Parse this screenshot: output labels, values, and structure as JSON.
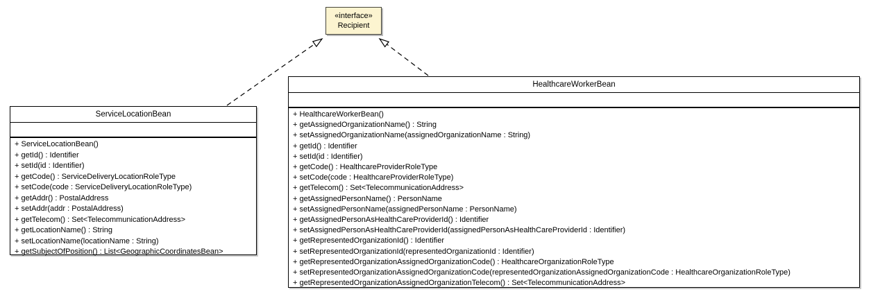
{
  "diagram": {
    "background_color": "#ffffff",
    "interface_node": {
      "stereotype": "«interface»",
      "name": "Recipient",
      "fill_color": "#fcf4d0",
      "border_color": "#45453a"
    },
    "classes": [
      {
        "name": "ServiceLocationBean",
        "attributes": [],
        "methods": [
          "+ ServiceLocationBean()",
          "+ getId() : Identifier",
          "+ setId(id : Identifier)",
          "+ getCode() : ServiceDeliveryLocationRoleType",
          "+ setCode(code : ServiceDeliveryLocationRoleType)",
          "+ getAddr() : PostalAddress",
          "+ setAddr(addr : PostalAddress)",
          "+ getTelecom() : Set<TelecommunicationAddress>",
          "+ getLocationName() : String",
          "+ setLocationName(locationName : String)",
          "+ getSubjectOfPosition() : List<GeographicCoordinatesBean>"
        ]
      },
      {
        "name": "HealthcareWorkerBean",
        "attributes": [],
        "methods": [
          "+ HealthcareWorkerBean()",
          "+ getAssignedOrganizationName() : String",
          "+ setAssignedOrganizationName(assignedOrganizationName : String)",
          "+ getId() : Identifier",
          "+ setId(id : Identifier)",
          "+ getCode() : HealthcareProviderRoleType",
          "+ setCode(code : HealthcareProviderRoleType)",
          "+ getTelecom() : Set<TelecommunicationAddress>",
          "+ getAssignedPersonName() : PersonName",
          "+ setAssignedPersonName(assignedPersonName : PersonName)",
          "+ getAssignedPersonAsHealthCareProviderId() : Identifier",
          "+ setAssignedPersonAsHealthCareProviderId(assignedPersonAsHealthCareProviderId : Identifier)",
          "+ getRepresentedOrganizationId() : Identifier",
          "+ setRepresentedOrganizationId(representedOrganizationId : Identifier)",
          "+ getRepresentedOrganizationAssignedOrganizationCode() : HealthcareOrganizationRoleType",
          "+ setRepresentedOrganizationAssignedOrganizationCode(representedOrganizationAssignedOrganizationCode : HealthcareOrganizationRoleType)",
          "+ getRepresentedOrganizationAssignedOrganizationTelecom() : Set<TelecommunicationAddress>"
        ]
      }
    ],
    "relationships": [
      {
        "type": "realization",
        "from": "ServiceLocationBean",
        "to": "Recipient",
        "line_style": "dashed",
        "arrowhead": "hollow-triangle"
      },
      {
        "type": "realization",
        "from": "HealthcareWorkerBean",
        "to": "Recipient",
        "line_style": "dashed",
        "arrowhead": "hollow-triangle"
      }
    ]
  }
}
